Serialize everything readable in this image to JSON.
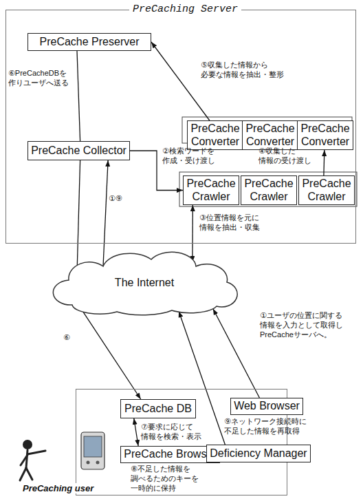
{
  "diagram": {
    "nodes": [
      {
        "text": [
          "PreCaching Server"
        ]
      },
      {
        "text": [
          "PreCache Preserver"
        ],
        "in": 0
      },
      {
        "text": [
          "PreCache Converter"
        ],
        "in": 0
      },
      {
        "text": [
          "PreCache Converter"
        ],
        "in": 0
      },
      {
        "text": [
          "PreCache Converter"
        ],
        "in": 0
      },
      {
        "text": [
          "PreCache Collector"
        ],
        "in": 0
      },
      {
        "text": [
          "PreCache Crawler"
        ],
        "in": 0
      },
      {
        "text": [
          "PreCache Crawler"
        ],
        "in": 0
      },
      {
        "text": [
          "PreCache Crawler"
        ],
        "in": 0
      },
      {
        "text": [
          "The Internet"
        ]
      },
      {
        "text": [
          "PreCaching user"
        ]
      },
      {
        "text": [
          "PreCache DB"
        ],
        "in": 10
      },
      {
        "text": [
          "Web Browser"
        ],
        "in": 10
      },
      {
        "text": [
          "PreCache Browser"
        ],
        "in": 10
      },
      {
        "text": [
          "Deficiency Manager"
        ],
        "in": 10
      }
    ],
    "edges": [
      {
        "from": 1,
        "to": 5,
        "arrow": "none",
        "label": "⑥PreCacheDBを 作りユーザへ送る"
      },
      {
        "from": 5,
        "to": 9,
        "arrow": "to"
      },
      {
        "from": 9,
        "to": 5,
        "arrow": "to",
        "label": "①⑨"
      },
      {
        "from": 5,
        "to": 6,
        "arrow": "to",
        "label": "②検索ワードを 作成・受け渡し"
      },
      {
        "from": 8,
        "to": 4,
        "arrow": "to",
        "label": "④収集した 情報の受け渡し"
      },
      {
        "from": 2,
        "to": 1,
        "arrow": "to",
        "label": "⑤収集した情報から 必要な情報を抽出・整形"
      },
      {
        "from": 6,
        "to": 9,
        "arrow": "both",
        "label": "③位置情報を元に 情報を抽出・収集"
      },
      {
        "from": 9,
        "to": 11,
        "arrow": "to",
        "label": "⑥"
      },
      {
        "from": 12,
        "to": 9,
        "arrow": "to",
        "label": "①ユーザの位置に関する 情報を入力として取得し PreCacheサーバへ。"
      },
      {
        "from": 14,
        "to": 9,
        "arrow": "to",
        "label": "⑨ネットワーク接続時に 不足した情報を再取得"
      },
      {
        "from": 11,
        "to": 13,
        "arrow": "both",
        "label": "⑦要求に応じて 情報を検索・表示"
      },
      {
        "from": 13,
        "to": 14,
        "arrow": "to",
        "label": "⑧不足した情報を 調べるためのキーを 一時的に保持"
      }
    ]
  }
}
